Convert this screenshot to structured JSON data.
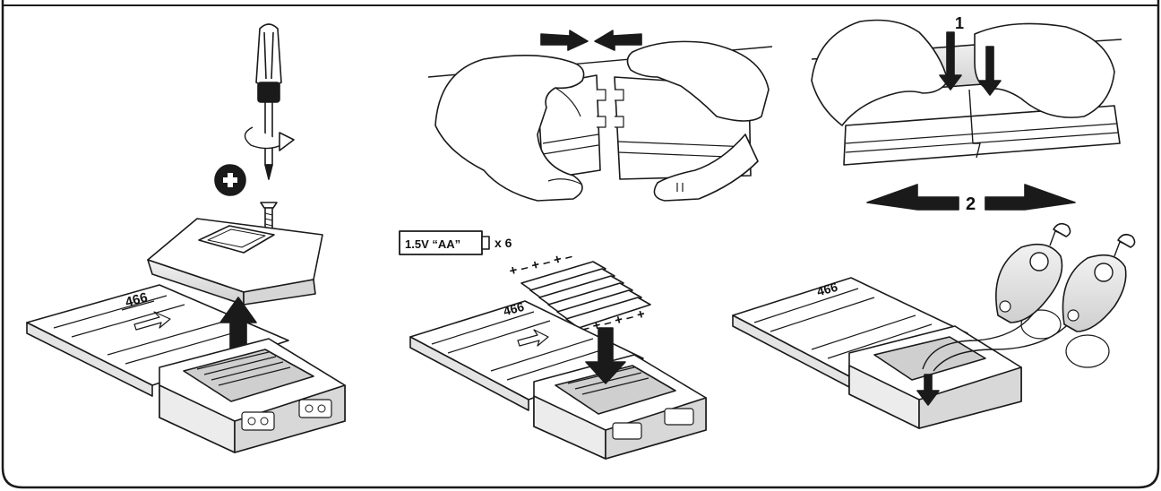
{
  "panels": {
    "screw": {
      "track_number": "466"
    },
    "connect": {},
    "clip": {
      "step_1": "1",
      "step_2": "2"
    },
    "batteries": {
      "battery_spec": "1.5V “AA”",
      "battery_count": "x 6",
      "polarity_top": "+ – + – + –",
      "polarity_bottom": "– + – + – +",
      "track_number": "466"
    },
    "controllers": {
      "track_number": "466"
    }
  },
  "colors": {
    "line": "#1a1a1a",
    "fill": "#ffffff",
    "shade": "#dcdcdc",
    "dark": "#1a1a1a"
  },
  "icons": [
    "screwdriver-icon",
    "rotation-arrow-icon",
    "plus-circle-icon",
    "screw-icon",
    "up-arrow-icon",
    "push-arrow-icon",
    "down-arrow-icon",
    "battery-icon",
    "hand-icon",
    "controller-icon"
  ]
}
